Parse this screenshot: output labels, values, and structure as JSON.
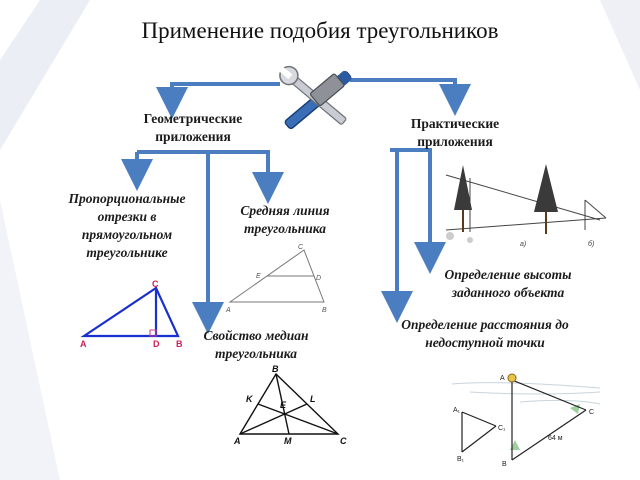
{
  "title": "Применение подобия треугольников",
  "nodes": {
    "geometric": [
      "Геометрические",
      "приложения"
    ],
    "practical": [
      "Практические",
      "приложения"
    ],
    "proportional": [
      "Пропорциональные",
      "отрезки в",
      "прямоугольном",
      "треугольнике"
    ],
    "midline": [
      "Средняя линия",
      "треугольника"
    ],
    "medians": [
      "Свойство медиан",
      "треугольника"
    ],
    "height": [
      "Определение высоты",
      "заданного объекта"
    ],
    "distance": [
      "Определение расстояния до",
      "недоступной точки"
    ]
  },
  "figure_labels": {
    "right_triangle": [
      "C",
      "A",
      "D",
      "B"
    ],
    "midline_triangle": [
      "C",
      "E",
      "D",
      "A",
      "B"
    ],
    "medians_triangle": [
      "B",
      "K",
      "L",
      "E",
      "A",
      "M",
      "C"
    ],
    "distance_figure": [
      "A",
      "C",
      "B",
      "A₁",
      "C₁",
      "B₁",
      "64 м"
    ],
    "height_figure": [
      "a)",
      "б)"
    ]
  },
  "colors": {
    "arrow": "#4a7ec0",
    "accent": "#2b50c8",
    "triangle_blue": "#1a2fd0"
  }
}
